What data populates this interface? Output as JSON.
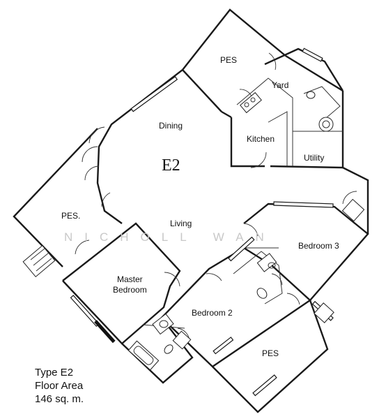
{
  "plan": {
    "unit": "E2",
    "watermark": "NICHOLL WAN",
    "rooms": {
      "pes_top": "PES",
      "yard": "Yard",
      "dining": "Dining",
      "kitchen": "Kitchen",
      "utility": "Utility",
      "pes_left": "PES.",
      "living": "Living",
      "master_bedroom_line1": "Master",
      "master_bedroom_line2": "Bedroom",
      "bedroom2": "Bedroom 2",
      "bedroom3": "Bedroom 3",
      "pes_bottom": "PES"
    }
  },
  "caption": {
    "type": "Type E2",
    "area_label": "Floor Area",
    "area_value": "146 sq. m."
  }
}
